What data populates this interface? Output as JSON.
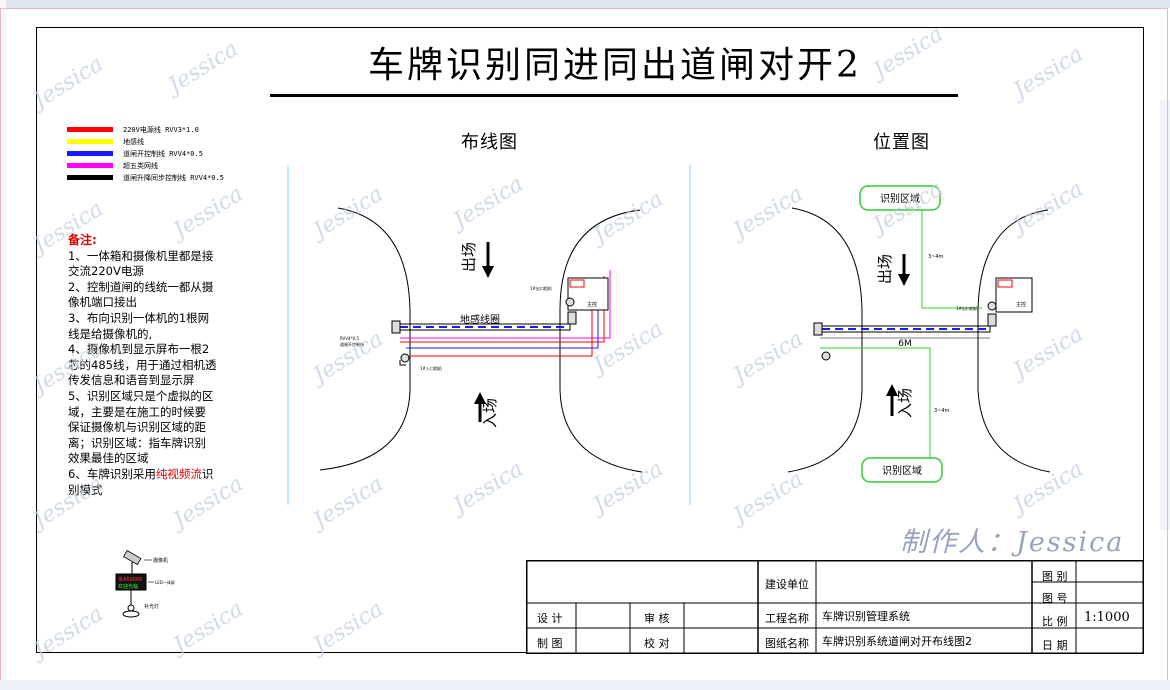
{
  "title": "车牌识别同进同出道闸对开2",
  "legend": [
    {
      "color": "#ff0000",
      "label": "220V电源线 RVV3*1.0"
    },
    {
      "color": "#ffff00",
      "label": "地感线"
    },
    {
      "color": "#1a1aff",
      "label": "道闸开控制线 RVV4*0.5"
    },
    {
      "color": "#ff00ff",
      "label": "超五类网线"
    },
    {
      "color": "#000000",
      "label": "道闸升降同步控制线 RVV4*0.5"
    }
  ],
  "notes": {
    "title": "备注:",
    "lines": [
      "1、一体箱和摄像机里都是接",
      "交流220V电源",
      "2、控制道闸的线统一都从摄",
      "像机端口接出",
      "3、布向识别一体机的1根网",
      "线是给摄像机的,",
      "4、摄像机到显示屏布一根2",
      "芯的485线，用于通过相机透",
      "传发信息和语音到显示屏",
      "5、识别区域只是个虚拟的区",
      "域，主要是在施工的时候要",
      "保证摄像机与识别区域的距",
      "离；识别区域：指车牌识别",
      "效果最佳的区域"
    ],
    "last_prefix": "6、车牌识别采用",
    "last_red": "纯视频流",
    "last_suffix": "识",
    "last_line2": "别模式"
  },
  "wiring_diagram": {
    "title": "布线图",
    "exit_label": "出场",
    "entry_label": "入场",
    "loop_label": "地感线圈",
    "small_labels": [
      "RVV4*0.5",
      "道闸开控制线",
      "1#出口相机",
      "1#入口相机",
      "主控"
    ]
  },
  "position_diagram": {
    "title": "位置图",
    "zone_top": "识别区域",
    "zone_bottom": "识别区域",
    "exit_label": "出场",
    "entry_label": "入场",
    "distance": "6M",
    "dist_top": "3~4m",
    "dist_bottom": "3~4m",
    "small_labels": [
      "主控",
      "1#出口相机"
    ]
  },
  "device_legend": {
    "camera": "摄像机",
    "led_screen": "LED一体屏",
    "screen_text1": "京A66666",
    "screen_text2": "欢迎光临",
    "fill_light": "补光灯"
  },
  "title_block": {
    "design": "设 计",
    "review": "审 核",
    "drawing": "制 图",
    "check": "校 对",
    "client_label": "建设单位",
    "client_value": "",
    "project_label": "工程名称",
    "project_value": "车牌识别管理系统",
    "sheet_label": "图纸名称",
    "sheet_value": "车牌识别系统道闸对开布线图2",
    "category_label": "图 别",
    "number_label": "图 号",
    "scale_label": "比 例",
    "scale_value": "1:1000",
    "date_label": "日 期"
  },
  "maker": "制作人：Jessica",
  "watermark": "Jessica"
}
